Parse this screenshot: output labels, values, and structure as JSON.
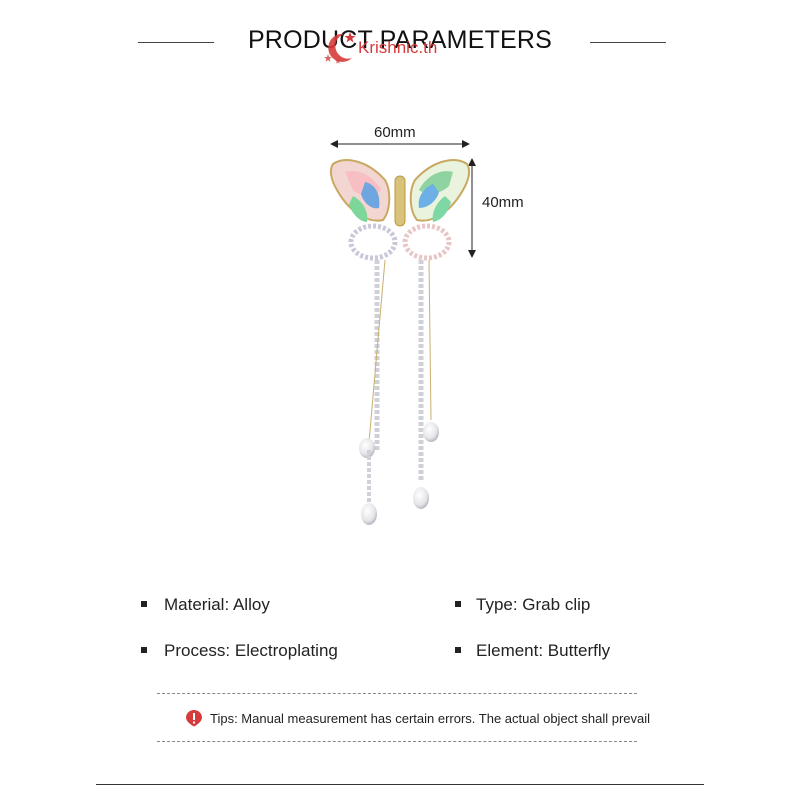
{
  "header": {
    "title": "PRODUCT PARAMETERS",
    "watermark_text": "Krishnic.th"
  },
  "dimensions": {
    "width_label": "60mm",
    "height_label": "40mm"
  },
  "specs": [
    {
      "text": "Material: Alloy"
    },
    {
      "text": "Type: Grab clip"
    },
    {
      "text": "Process: Electroplating"
    },
    {
      "text": "Element: Butterfly"
    }
  ],
  "tips": {
    "text": "Tips: Manual measurement has certain errors. The actual object shall prevail"
  },
  "colors": {
    "accent_red": "#d63b3b",
    "text": "#222222",
    "rule": "#444444"
  },
  "icons": {
    "tip": "warning-icon",
    "watermark": "moon-star-icon"
  }
}
